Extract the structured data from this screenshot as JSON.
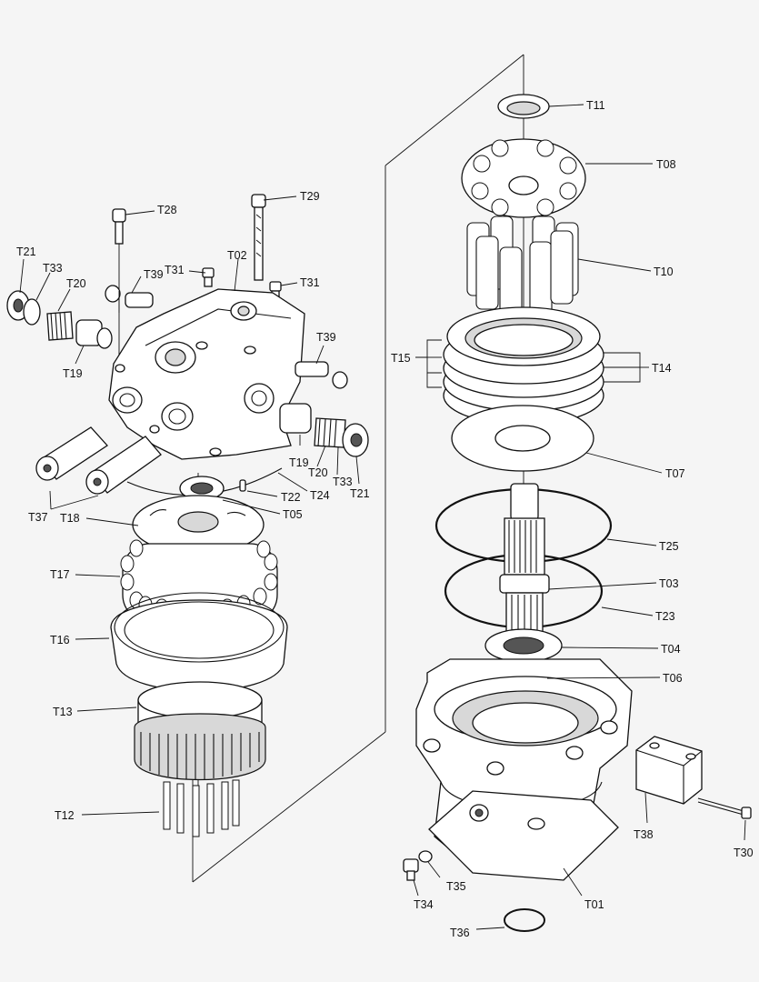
{
  "diagram": {
    "labels": {
      "T01": "T01",
      "T02": "T02",
      "T03": "T03",
      "T04": "T04",
      "T05": "T05",
      "T06": "T06",
      "T07": "T07",
      "T08": "T08",
      "T10": "T10",
      "T11": "T11",
      "T12": "T12",
      "T13": "T13",
      "T14": "T14",
      "T15": "T15",
      "T16": "T16",
      "T17": "T17",
      "T18": "T18",
      "T19a": "T19",
      "T19b": "T19",
      "T20a": "T20",
      "T20b": "T20",
      "T21a": "T21",
      "T21b": "T21",
      "T22": "T22",
      "T23": "T23",
      "T24": "T24",
      "T25": "T25",
      "T28": "T28",
      "T29": "T29",
      "T30": "T30",
      "T31a": "T31",
      "T31b": "T31",
      "T33a": "T33",
      "T33b": "T33",
      "T34": "T34",
      "T35": "T35",
      "T36": "T36",
      "T37": "T37",
      "T38": "T38",
      "T39a": "T39",
      "T39b": "T39"
    }
  }
}
